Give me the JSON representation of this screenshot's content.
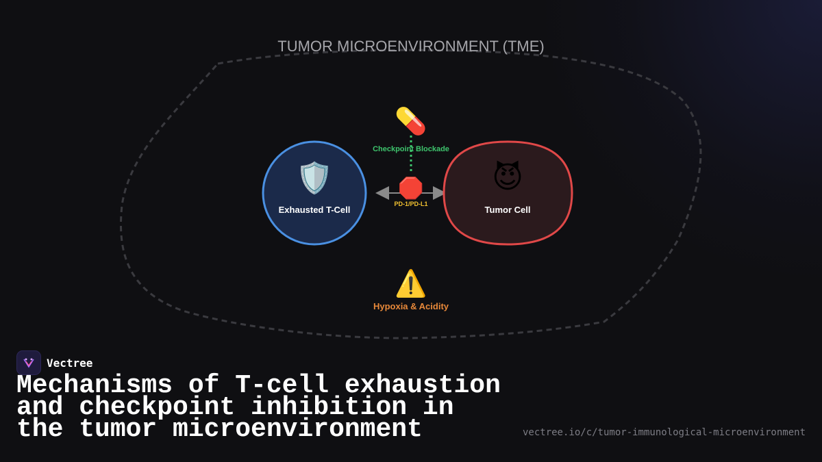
{
  "diagram": {
    "tme_label": "TUMOR MICROENVIRONMENT (TME)",
    "t_cell": {
      "icon": "shield-icon",
      "glyph": "🛡️",
      "label": "Exhausted T-Cell",
      "border_color": "#4a90e2",
      "fill_color": "#1b2a4a"
    },
    "tumor_cell": {
      "icon": "devil-face-icon",
      "glyph": "😈",
      "label": "Tumor Cell",
      "border_color": "#e04848",
      "fill_color": "#2b1a1d"
    },
    "checkpoint_drug": {
      "icon": "pill-icon",
      "glyph": "💊",
      "label": "Checkpoint Blockade",
      "color": "#3ec46d"
    },
    "checkpoint_interaction": {
      "icon": "stop-sign-icon",
      "glyph": "🛑",
      "label": "PD-1/PD-L1",
      "color": "#f2c230"
    },
    "stress": {
      "icon": "warning-icon",
      "glyph": "⚠️",
      "label": "Hypoxia & Acidity",
      "color": "#e8893a"
    }
  },
  "brand": {
    "name": "Vectree",
    "logo_icon": "vectree-logo-icon"
  },
  "title": "Mechanisms of T-cell exhaustion and checkpoint inhibition in the tumor microenvironment",
  "url": "vectree.io/c/tumor-immunological-microenvironment"
}
